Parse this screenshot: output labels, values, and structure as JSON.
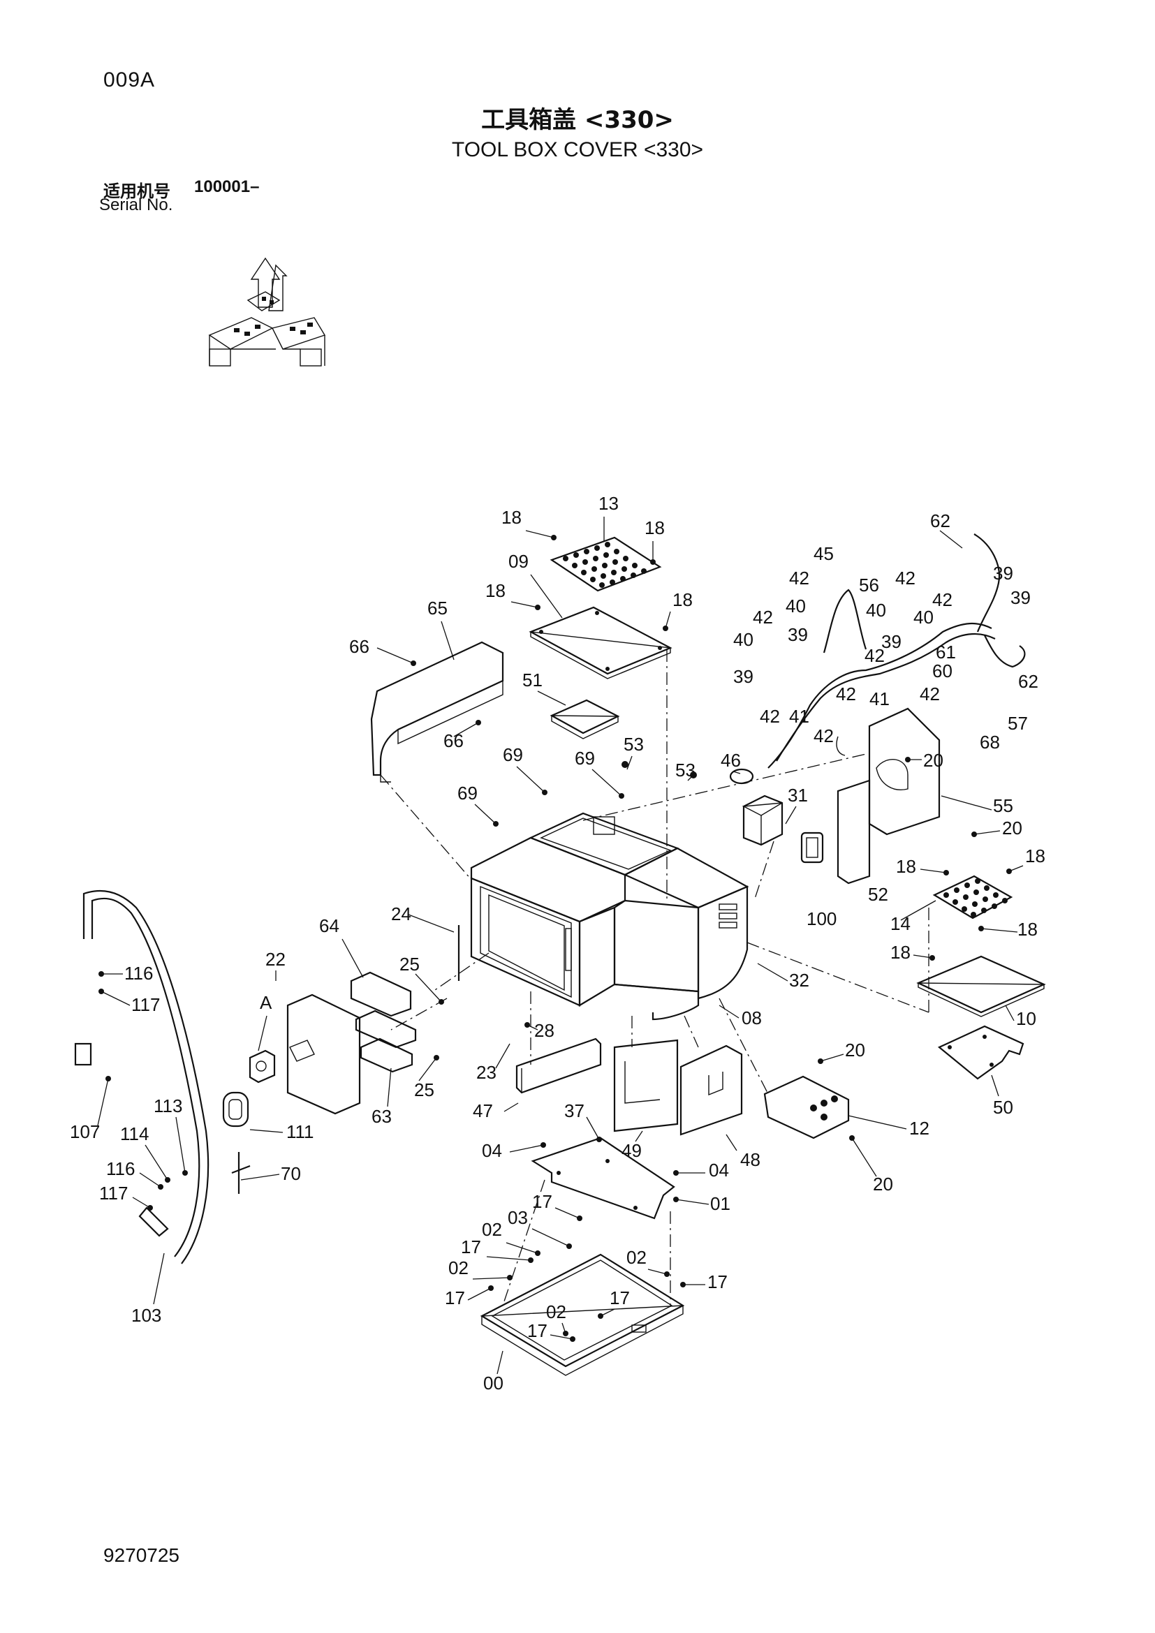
{
  "header": {
    "page_code": "009A",
    "title_cn": "工具箱盖 <330>",
    "title_en": "TOOL BOX COVER <330>",
    "serial_label_cn": "适用机号",
    "serial_number": "100001–",
    "serial_label_en": "Serial No."
  },
  "footer": {
    "document_number": "9270725"
  },
  "callouts": {
    "c00": "00",
    "c01": "01",
    "c02a": "02",
    "c02b": "02",
    "c02c": "02",
    "c02d": "02",
    "c03": "03",
    "c04a": "04",
    "c04b": "04",
    "c08": "08",
    "c09": "09",
    "c10": "10",
    "c12": "12",
    "c13": "13",
    "c14": "14",
    "c17a": "17",
    "c17b": "17",
    "c17c": "17",
    "c17d": "17",
    "c17e": "17",
    "c17f": "17",
    "c18a": "18",
    "c18b": "18",
    "c18c": "18",
    "c18d": "18",
    "c18e": "18",
    "c18f": "18",
    "c18g": "18",
    "c18h": "18",
    "c20a": "20",
    "c20b": "20",
    "c20c": "20",
    "c20d": "20",
    "c22": "22",
    "cA": "A",
    "c23": "23",
    "c24": "24",
    "c25a": "25",
    "c25b": "25",
    "c28": "28",
    "c31": "31",
    "c32": "32",
    "c37": "37",
    "c39a": "39",
    "c39b": "39",
    "c39c": "39",
    "c39d": "39",
    "c39e": "39",
    "c40a": "40",
    "c40b": "40",
    "c40c": "40",
    "c40d": "40",
    "c41a": "41",
    "c41b": "41",
    "c42a": "42",
    "c42b": "42",
    "c42c": "42",
    "c42d": "42",
    "c42e": "42",
    "c42f": "42",
    "c42g": "42",
    "c42h": "42",
    "c42i": "42",
    "c45": "45",
    "c46": "46",
    "c47": "47",
    "c48": "48",
    "c49": "49",
    "c50": "50",
    "c51": "51",
    "c52": "52",
    "c53a": "53",
    "c53b": "53",
    "c55": "55",
    "c56": "56",
    "c57": "57",
    "c60": "60",
    "c61": "61",
    "c62a": "62",
    "c62b": "62",
    "c63": "63",
    "c64": "64",
    "c65": "65",
    "c66a": "66",
    "c66b": "66",
    "c68": "68",
    "c69a": "69",
    "c69b": "69",
    "c69c": "69",
    "c70": "70",
    "c100": "100",
    "c103": "103",
    "c107": "107",
    "c111": "111",
    "c113": "113",
    "c114": "114",
    "c116a": "116",
    "c116b": "116",
    "c117a": "117",
    "c117b": "117"
  }
}
